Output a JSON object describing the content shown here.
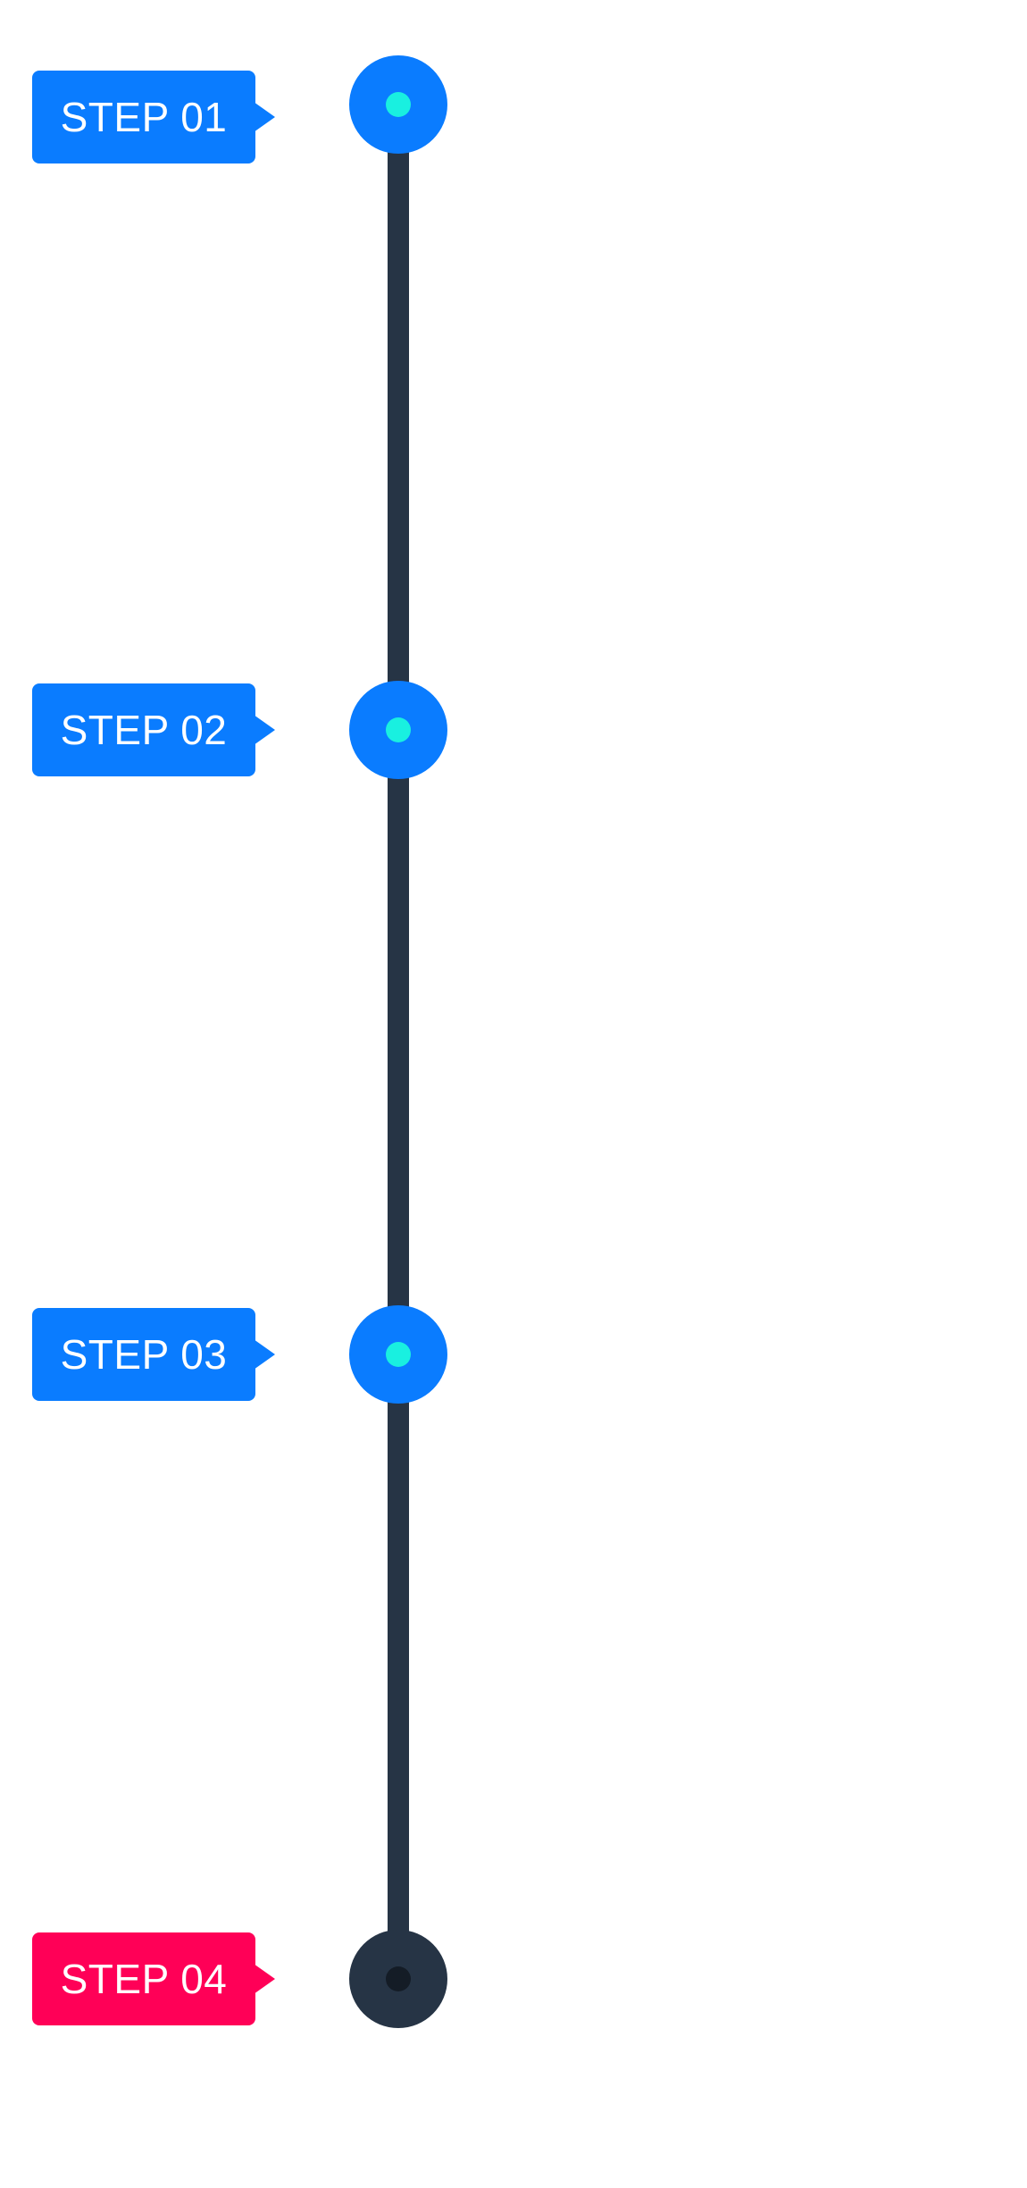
{
  "colors": {
    "line": "#263445",
    "active_node": "#0A7CFF",
    "active_dot": "#19F0E0",
    "inactive_node": "#263445",
    "inactive_dot": "#141C26",
    "active_label": "#0A7CFF",
    "final_label": "#FF0057"
  },
  "steps": [
    {
      "label": "STEP 01",
      "state": "active"
    },
    {
      "label": "STEP 02",
      "state": "active"
    },
    {
      "label": "STEP 03",
      "state": "active"
    },
    {
      "label": "STEP 04",
      "state": "final"
    }
  ]
}
